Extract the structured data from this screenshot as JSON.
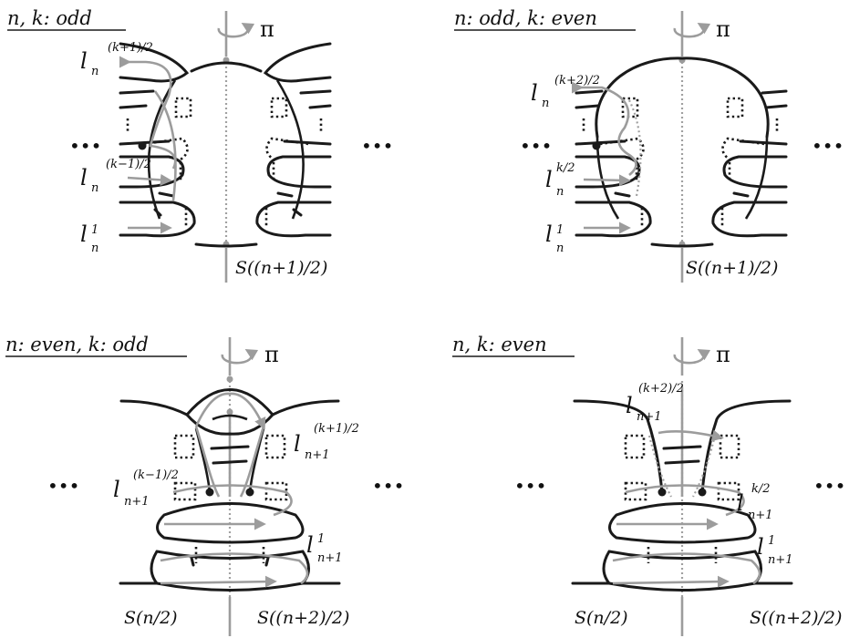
{
  "panels": [
    {
      "title": "n, k: odd",
      "rotation": "π",
      "labels": [
        {
          "base": "l",
          "sub": "n",
          "sup": "(k+1)/2"
        },
        {
          "base": "l",
          "sub": "n",
          "sup": "(k−1)/2"
        },
        {
          "base": "l",
          "sub": "n",
          "sup": "1"
        },
        {
          "text": "S((n+1)/2)"
        }
      ]
    },
    {
      "title": "n: odd, k: even",
      "rotation": "π",
      "labels": [
        {
          "base": "l",
          "sub": "n",
          "sup": "(k+2)/2"
        },
        {
          "base": "l",
          "sub": "n",
          "sup": "k/2"
        },
        {
          "base": "l",
          "sub": "n",
          "sup": "1"
        },
        {
          "text": "S((n+1)/2)"
        }
      ]
    },
    {
      "title": "n: even, k: odd",
      "rotation": "π",
      "labels": [
        {
          "base": "l",
          "sub": "n+1",
          "sup": "(k+1)/2"
        },
        {
          "base": "l",
          "sub": "n+1",
          "sup": "(k−1)/2"
        },
        {
          "base": "l",
          "sub": "n+1",
          "sup": "1"
        },
        {
          "text": "S(n/2)"
        },
        {
          "text": "S((n+2)/2)"
        }
      ]
    },
    {
      "title": "n, k: even",
      "rotation": "π",
      "labels": [
        {
          "base": "l",
          "sub": "n+1",
          "sup": "(k+2)/2"
        },
        {
          "base": "l",
          "sub": "n+1",
          "sup": "k/2"
        },
        {
          "base": "l",
          "sub": "n+1",
          "sup": "1"
        },
        {
          "text": "S(n/2)"
        },
        {
          "text": "S((n+2)/2)"
        }
      ]
    }
  ],
  "ellipsis": "•••",
  "colors": {
    "ink": "#1a1a1a",
    "gray": "#9c9c9c"
  }
}
